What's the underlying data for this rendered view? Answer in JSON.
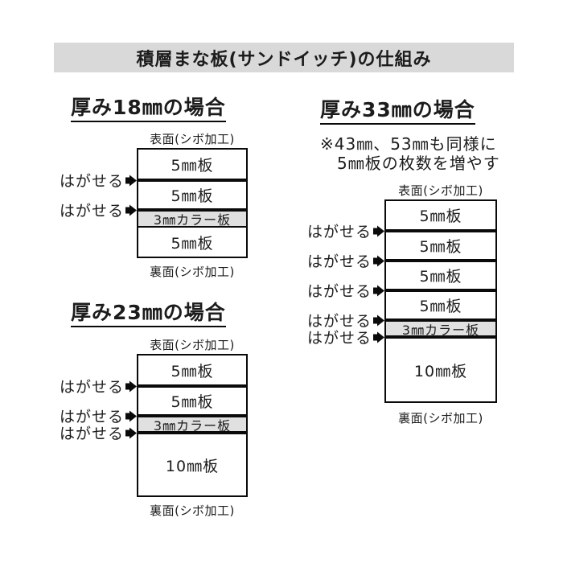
{
  "title": "積層まな板(サンドイッチ)の仕組み",
  "common": {
    "front_label": "表面(シボ加工)",
    "back_label": "裏面(シボ加工)",
    "peel_label": "はがせる"
  },
  "colors": {
    "title_bar_bg": "#d9d9d9",
    "color_board_bg": "#e0e0e0",
    "line": "#0a0a0a",
    "text": "#1c1c1c"
  },
  "diagrams": [
    {
      "heading": "厚み18㎜の場合",
      "layers": [
        "5㎜板",
        "5㎜板",
        "3㎜カラー板",
        "5㎜板"
      ],
      "peel_count": 2
    },
    {
      "heading": "厚み23㎜の場合",
      "layers": [
        "5㎜板",
        "5㎜板",
        "3㎜カラー板",
        "10㎜板"
      ],
      "peel_count": 3
    },
    {
      "heading": "厚み33㎜の場合",
      "note_line1": "※43㎜、53㎜も同様に",
      "note_line2": "5㎜板の枚数を増やす",
      "layers": [
        "5㎜板",
        "5㎜板",
        "5㎜板",
        "5㎜板",
        "3㎜カラー板",
        "10㎜板"
      ],
      "peel_count": 5
    }
  ]
}
